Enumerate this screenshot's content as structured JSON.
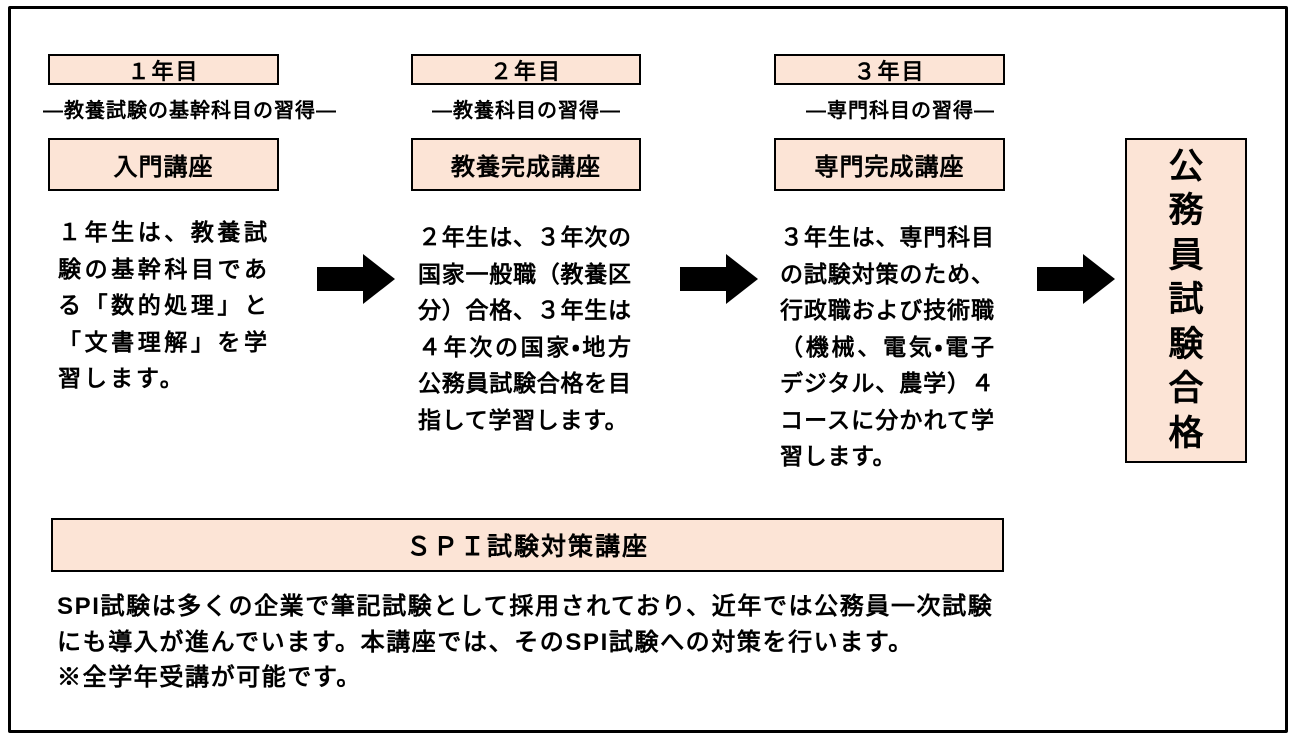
{
  "colors": {
    "box_fill": "#FCE4D6",
    "box_border": "#000000",
    "arrow_color": "#000000",
    "text_color": "#000000"
  },
  "columns": [
    {
      "year_label": "１年目",
      "subtitle": "―教養試験の基幹科目の習得―",
      "course": "入門講座",
      "description_lines": [
        "１年生は、教養試",
        "験の基幹科目であ",
        "る「数的処理」と",
        "「文書理解」を学",
        "習します。"
      ]
    },
    {
      "year_label": "２年目",
      "subtitle": "―教養科目の習得―",
      "course": "教養完成講座",
      "description_lines": [
        "２年生は、３年次の",
        "国家一般職（教養区",
        "分）合格、３年生は",
        "４年次の国家・地方",
        "公務員試験合格を目",
        "指して学習します。"
      ]
    },
    {
      "year_label": "３年目",
      "subtitle": "―専門科目の習得―",
      "course": "専門完成講座",
      "description_lines": [
        "３年生は、専門科目",
        "の試験対策のため、",
        "行政職および技術職",
        "（機械、電気・電子",
        "デジタル、農学）４",
        "コースに分かれて学",
        "習します。"
      ]
    }
  ],
  "goal": {
    "label": "公務員試験合格",
    "chars": [
      "公",
      "務",
      "員",
      "試",
      "験",
      "合",
      "格"
    ]
  },
  "spi": {
    "title": "ＳＰＩ試験対策講座",
    "description_lines": [
      "SPI試験は多くの企業で筆記試験として採用されており、近年では公務員一次試験",
      "にも導入が進んでいます。本講座では、そのSPI試験への対策を行います。",
      "※全学年受講が可能です。"
    ]
  }
}
